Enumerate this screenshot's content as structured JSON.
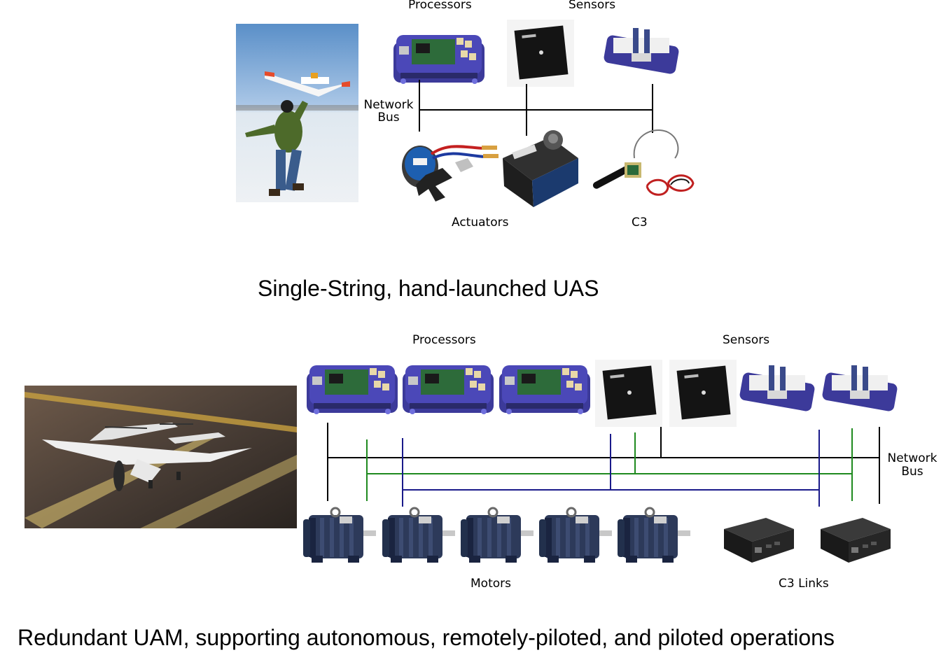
{
  "top": {
    "labels": {
      "processors": "Processors",
      "sensors": "Sensors",
      "network_bus_line1": "Network",
      "network_bus_line2": "Bus",
      "actuators": "Actuators",
      "c3": "C3"
    },
    "caption": "Single-String, hand-launched UAS"
  },
  "bottom": {
    "labels": {
      "processors": "Processors",
      "sensors": "Sensors",
      "network_bus_line1": "Network",
      "network_bus_line2": "Bus",
      "motors": "Motors",
      "c3_links": "C3 Links"
    },
    "caption": "Redundant UAM, supporting autonomous, remotely-piloted, and piloted operations"
  },
  "colors": {
    "bus_black": "#000000",
    "bus_green": "#1f8a1f",
    "bus_navy": "#1a1a8a",
    "board_purple": "#3c3a9a",
    "board_green": "#2d6b3a",
    "motor_blue": "#2d3a5a",
    "sensor_black": "#141414",
    "c3_box": "#202020"
  }
}
